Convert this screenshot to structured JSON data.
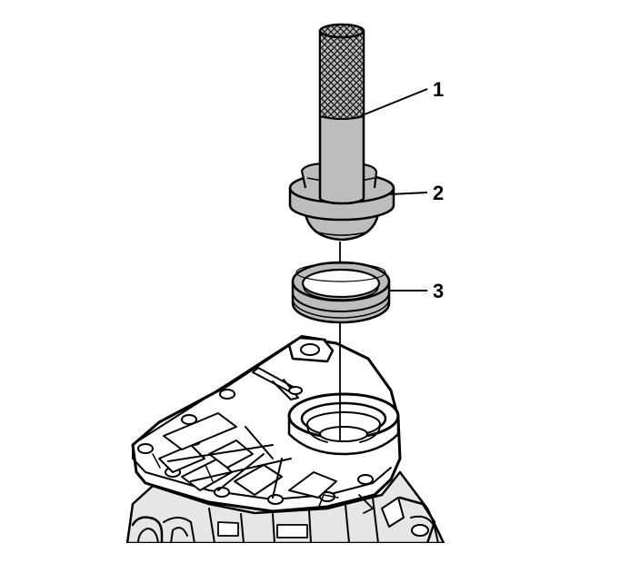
{
  "callouts": [
    {
      "number": "1",
      "part": "installer-handle"
    },
    {
      "number": "2",
      "part": "seal-installer"
    },
    {
      "number": "3",
      "part": "seal"
    }
  ],
  "colors": {
    "line": "#000000",
    "part_fill": "#bdbdbd",
    "background": "#ffffff"
  }
}
